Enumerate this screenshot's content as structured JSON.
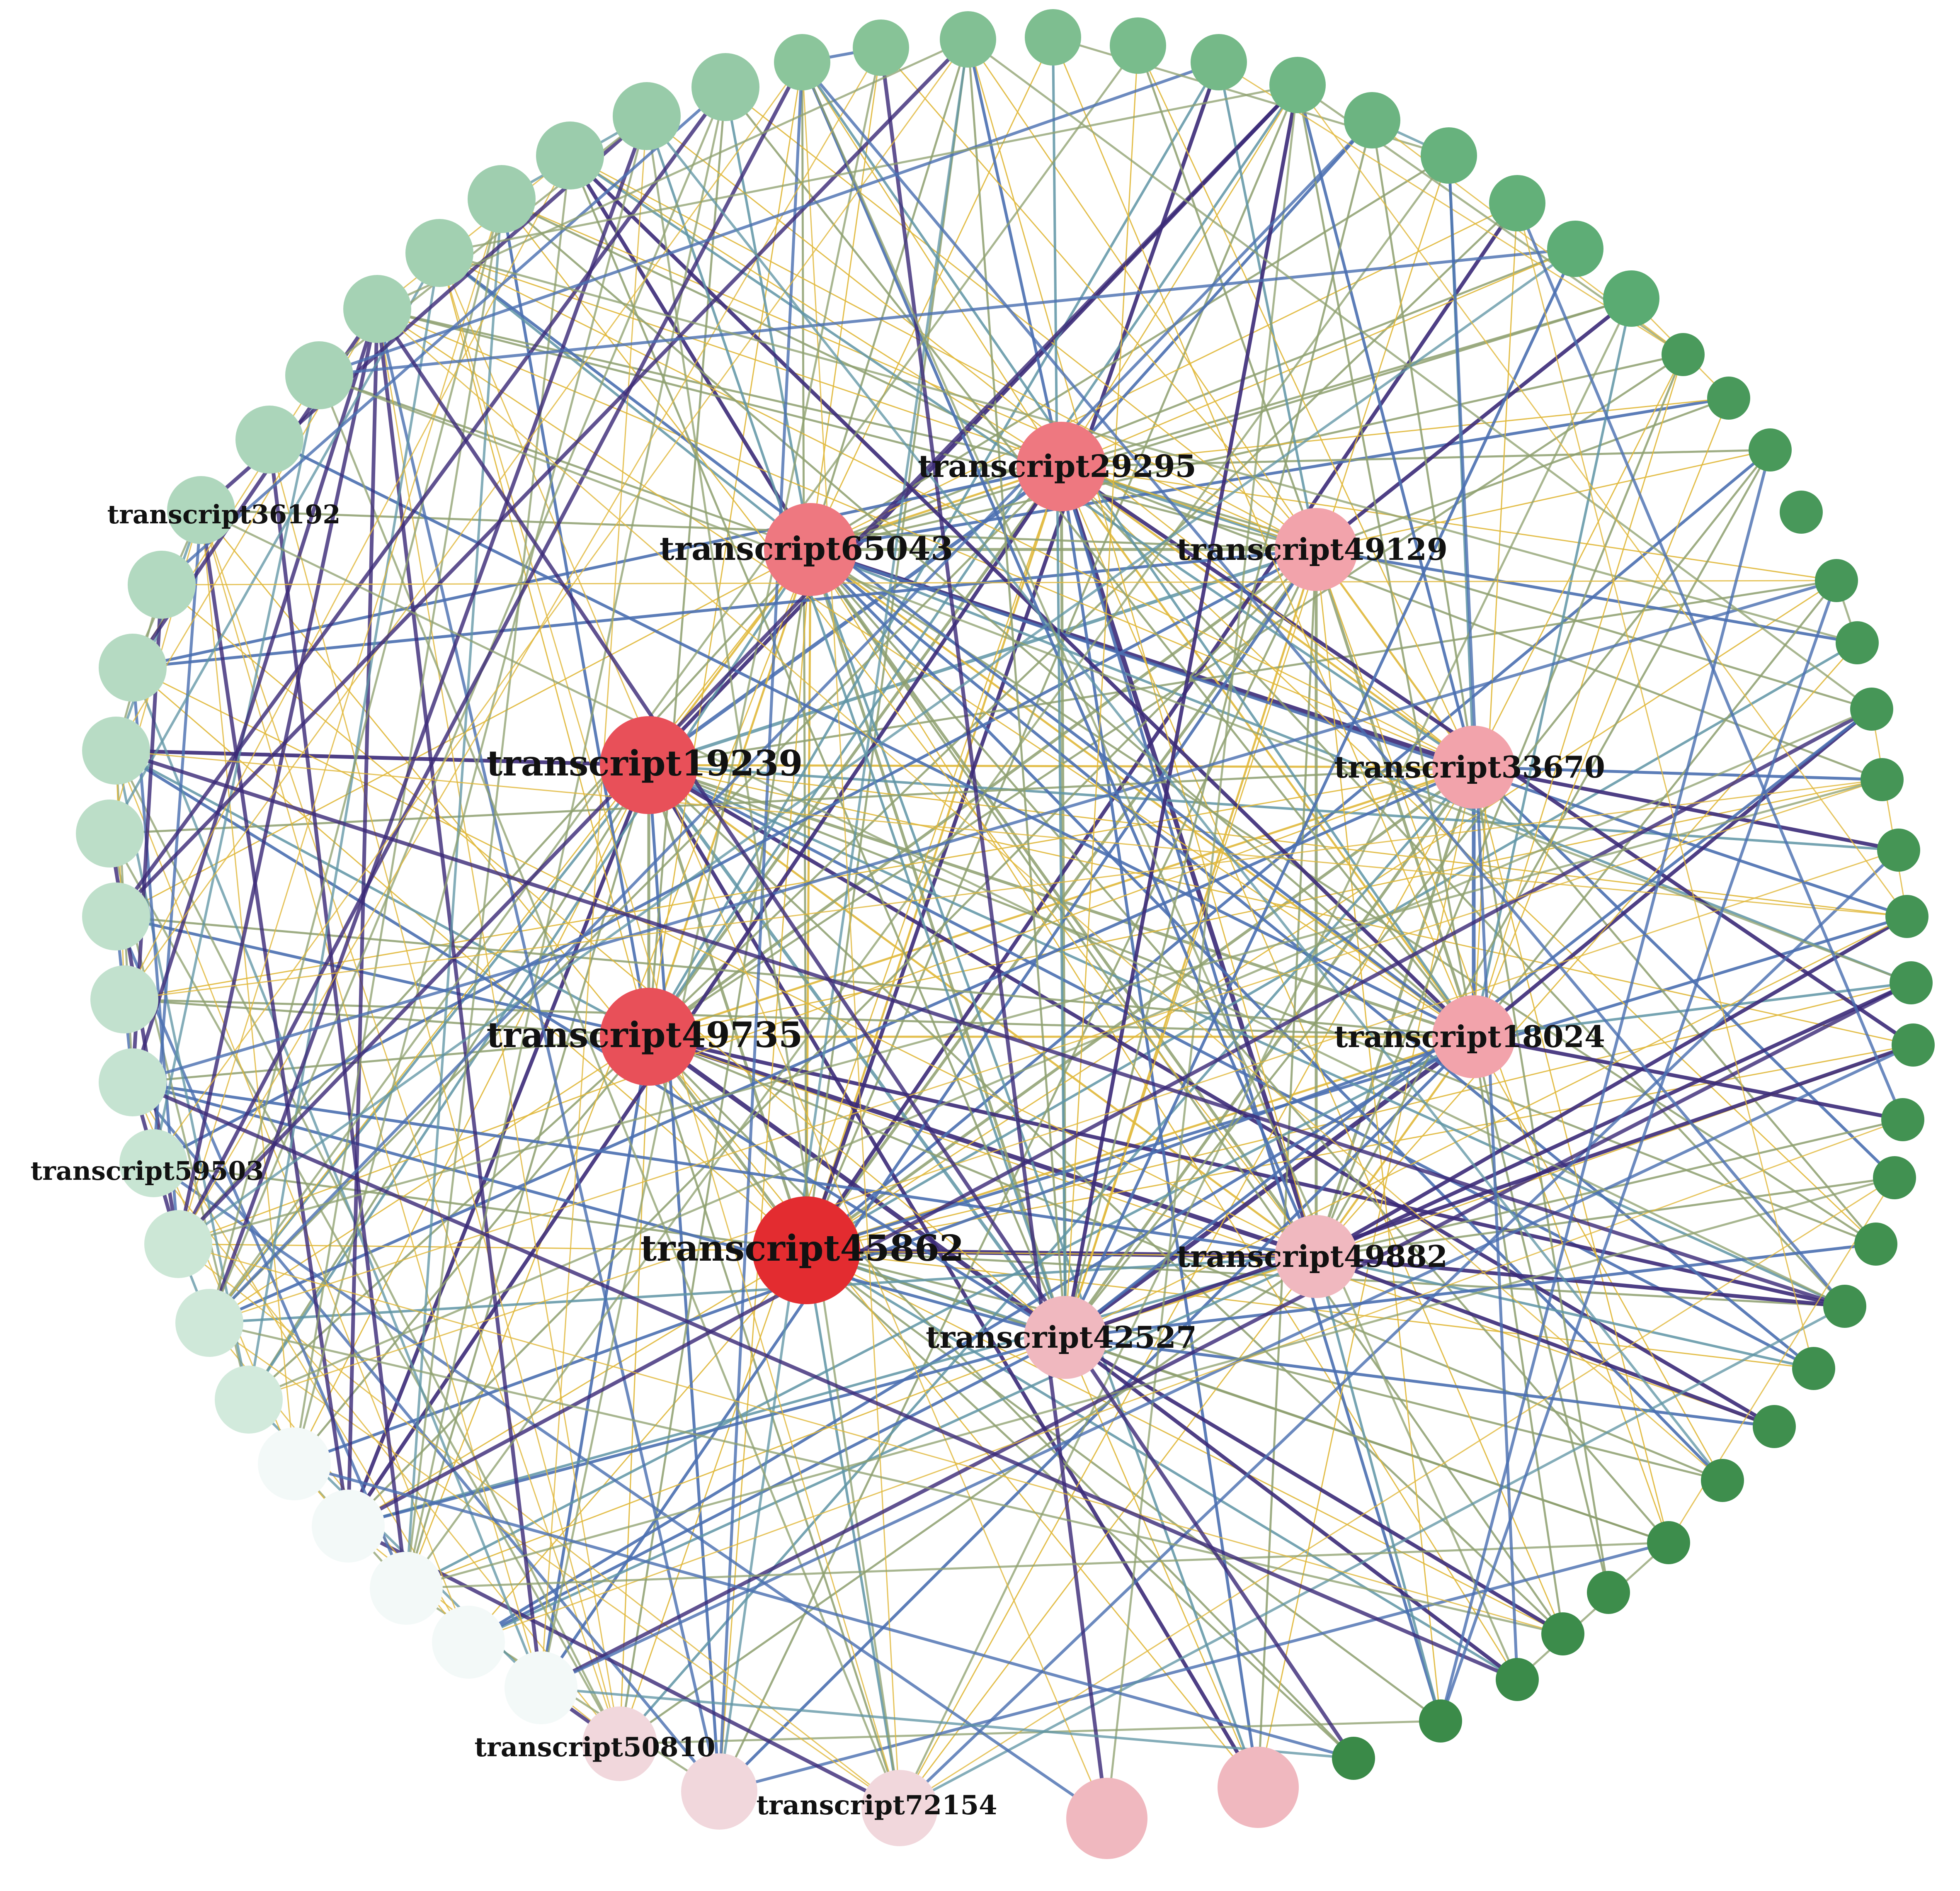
{
  "diagram": {
    "type": "co-expression network",
    "layout": "circular outer ring with hub nodes in center"
  },
  "colors": {
    "hub_darkest": "#e32c30",
    "hub_dark": "#e85059",
    "hub_mid": "#ee7880",
    "hub_light": "#f2a3ab",
    "hub_lightest": "#f0b8bf",
    "bottom_pink": "#f1d7dc",
    "ring_green_dark": "#3a8a48",
    "ring_green_light": "#d2eadc",
    "ring_palest": "#f3f9f8",
    "edge_darkpurple": "#3b2a78",
    "edge_blue": "#4a6fb0",
    "edge_teal": "#5e94a4",
    "edge_olive": "#8d9f6e",
    "edge_gold": "#e0b83a"
  },
  "hub_nodes": [
    {
      "id": "transcript45862",
      "label": "transcript45862"
    },
    {
      "id": "transcript19239",
      "label": "transcript19239"
    },
    {
      "id": "transcript49735",
      "label": "transcript49735"
    },
    {
      "id": "transcript65043",
      "label": "transcript65043"
    },
    {
      "id": "transcript29295",
      "label": "transcript29295"
    },
    {
      "id": "transcript49129",
      "label": "transcript49129"
    },
    {
      "id": "transcript33670",
      "label": "transcript33670"
    },
    {
      "id": "transcript18024",
      "label": "transcript18024"
    },
    {
      "id": "transcript49882",
      "label": "transcript49882"
    },
    {
      "id": "transcript42527",
      "label": "transcript42527"
    }
  ],
  "ring_labels": {
    "transcript36192": "transcript36192",
    "transcript59503": "transcript59503",
    "transcript50810": "transcript50810",
    "transcript72154": "transcript72154"
  }
}
